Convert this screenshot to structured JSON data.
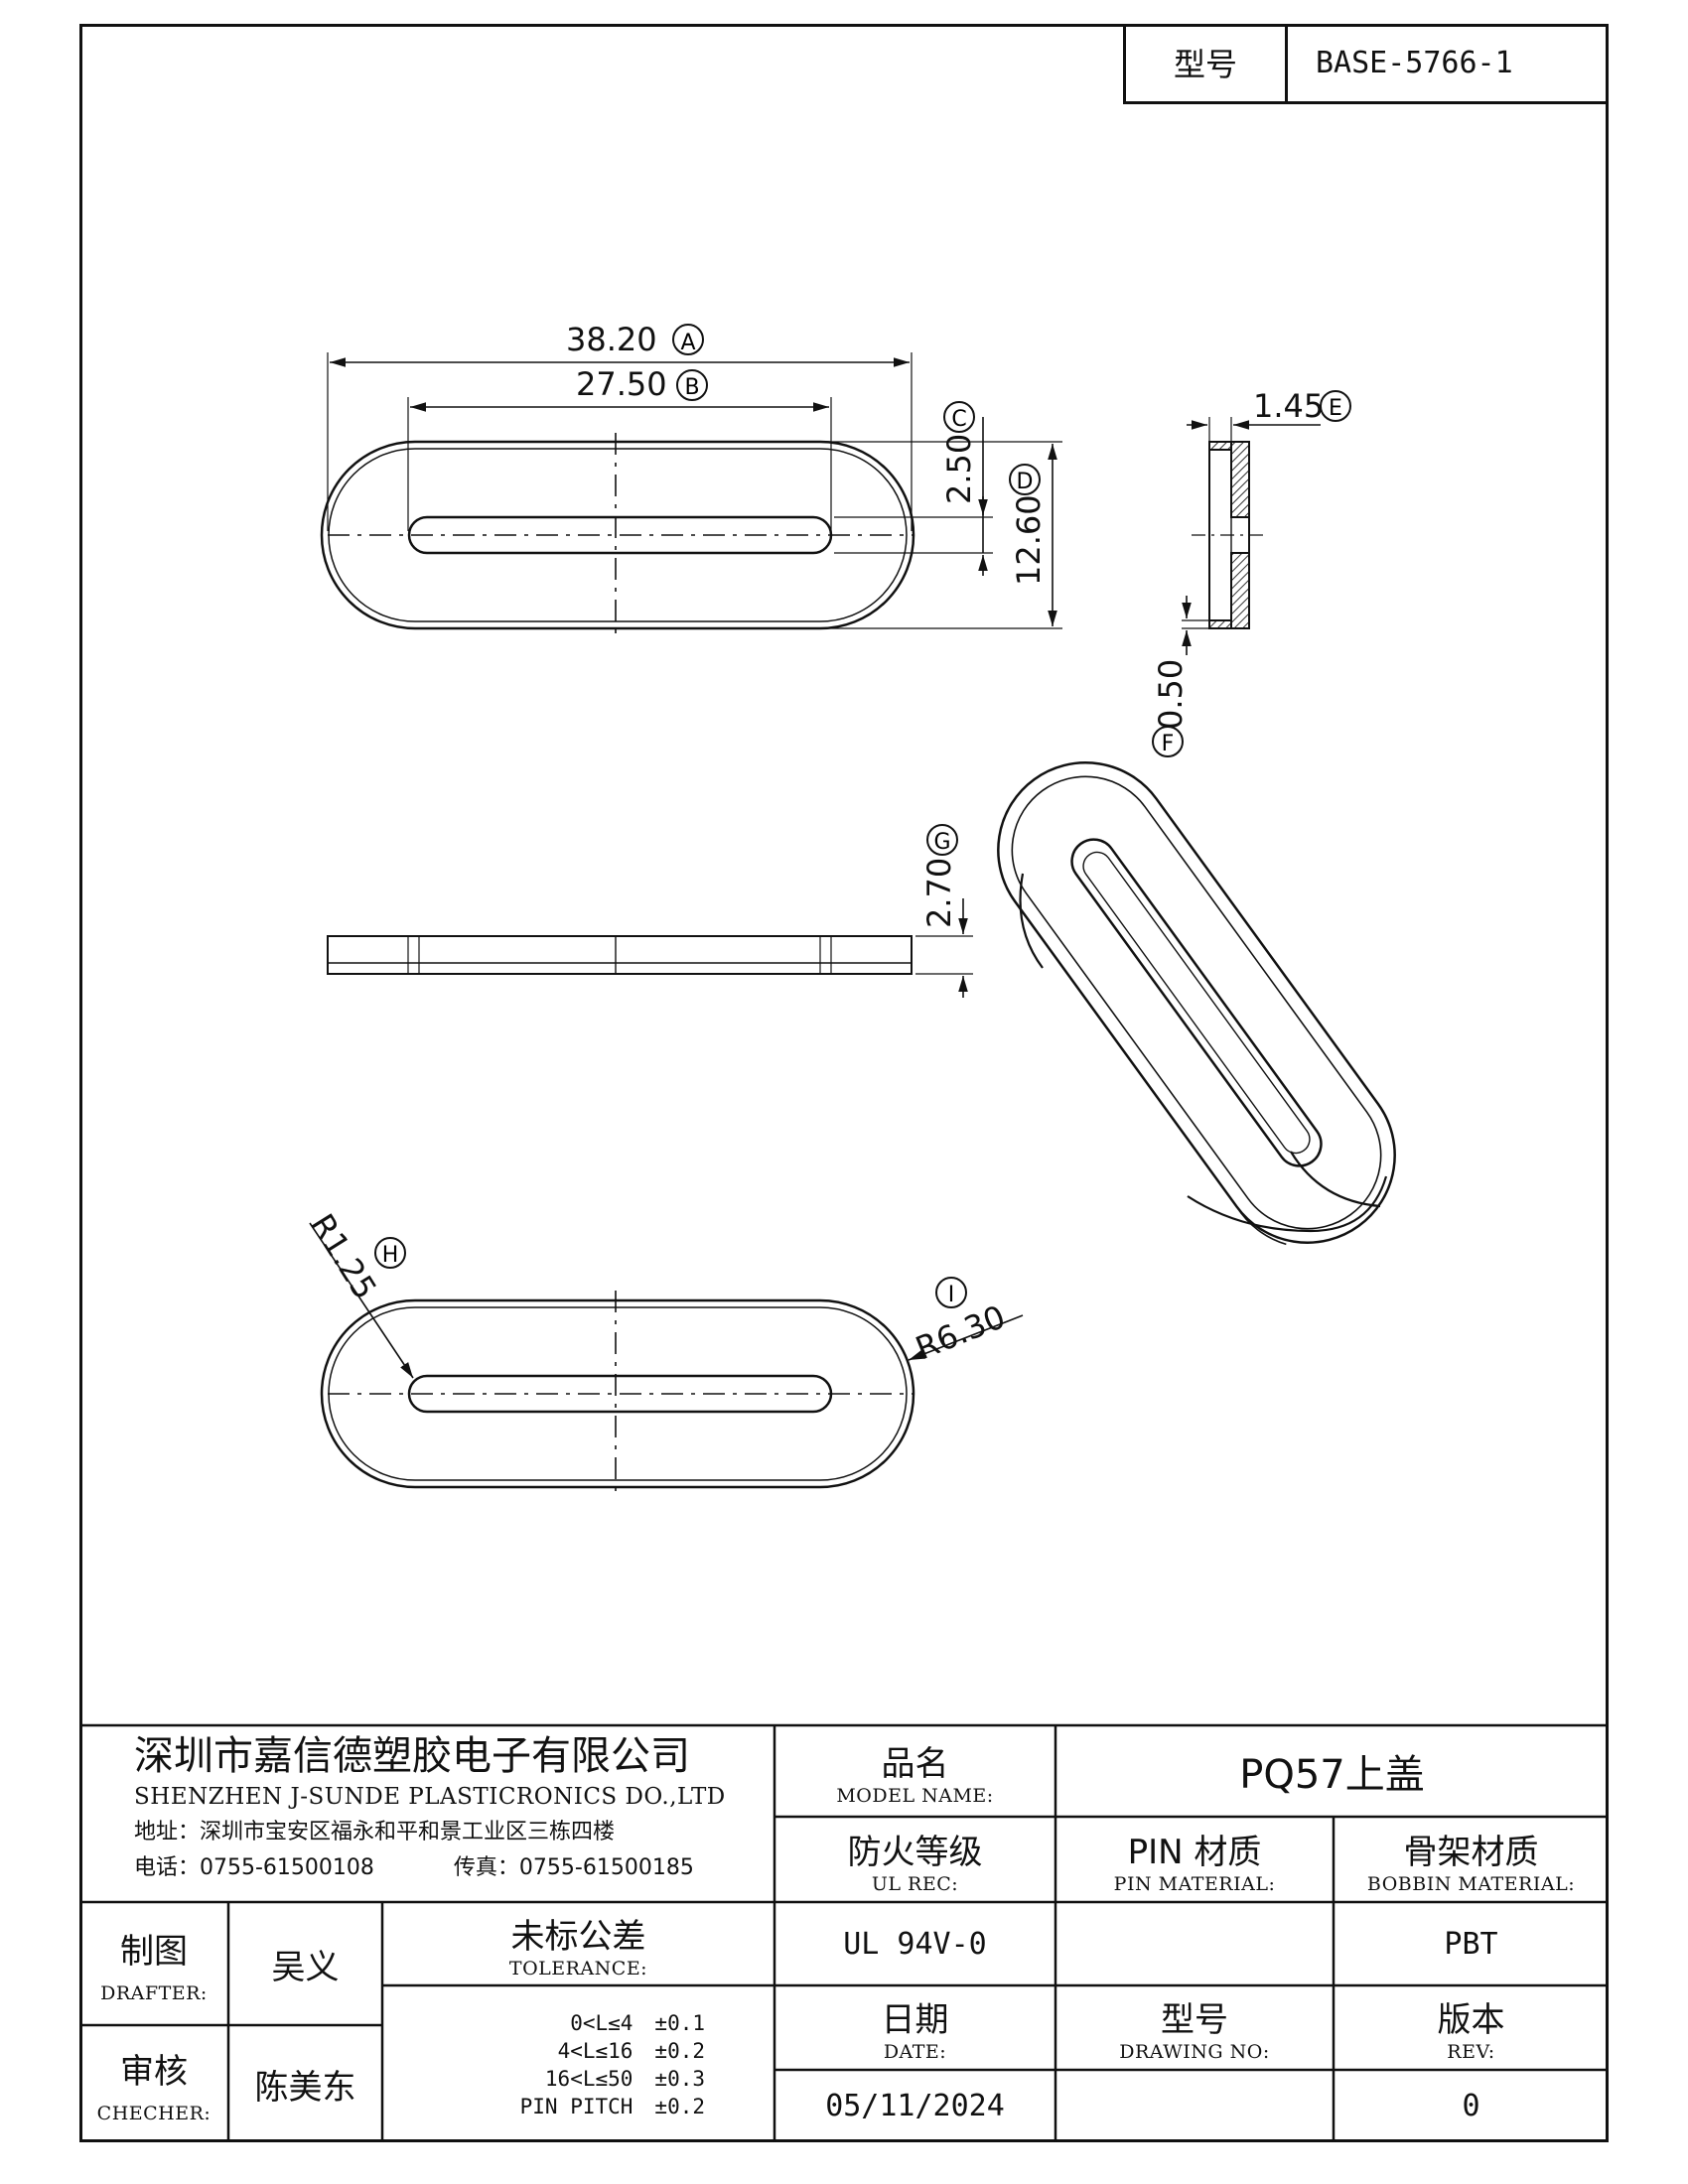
{
  "header": {
    "model_label": "型号",
    "model_value": "BASE-5766-1"
  },
  "dimensions": {
    "A": "38.20",
    "B": "27.50",
    "C": "2.50",
    "D": "12.60",
    "E": "1.45",
    "F": "0.50",
    "G": "2.70",
    "H": "R1.25",
    "I": "R6.30",
    "markers": [
      "A",
      "B",
      "C",
      "D",
      "E",
      "F",
      "G",
      "H",
      "I"
    ]
  },
  "company": {
    "name_cn": "深圳市嘉信德塑胶电子有限公司",
    "name_en": "SHENZHEN J-SUNDE PLASTICRONICS DO.,LTD",
    "address": "地址：深圳市宝安区福永和平和景工业区三栋四楼",
    "phone": "电话：0755-61500108",
    "fax": "传真：0755-61500185"
  },
  "title_block": {
    "model_name_cn": "品名",
    "model_name_en": "MODEL NAME:",
    "model_name_value": "PQ57上盖",
    "ul_cn": "防火等级",
    "ul_en": "UL REC:",
    "ul_value": "UL 94V-0",
    "pin_cn": "PIN 材质",
    "pin_en": "PIN MATERIAL:",
    "pin_value": "",
    "bobbin_cn": "骨架材质",
    "bobbin_en": "BOBBIN MATERIAL:",
    "bobbin_value": "PBT",
    "drafter_cn": "制图",
    "drafter_en": "DRAFTER:",
    "drafter_value": "吴义",
    "checker_cn": "审核",
    "checker_en": "CHECHER:",
    "checker_value": "陈美东",
    "tolerance_cn": "未标公差",
    "tolerance_en": "TOLERANCE:",
    "tolerances": [
      {
        "range": "0<L≤4",
        "value": "±0.1"
      },
      {
        "range": "4<L≤16",
        "value": "±0.2"
      },
      {
        "range": "16<L≤50",
        "value": "±0.3"
      },
      {
        "range": "PIN PITCH",
        "value": "±0.2"
      }
    ],
    "date_cn": "日期",
    "date_en": "DATE:",
    "date_value": "05/11/2024",
    "drawing_no_cn": "型号",
    "drawing_no_en": "DRAWING NO:",
    "drawing_no_value": "",
    "rev_cn": "版本",
    "rev_en": "REV:",
    "rev_value": "0"
  }
}
